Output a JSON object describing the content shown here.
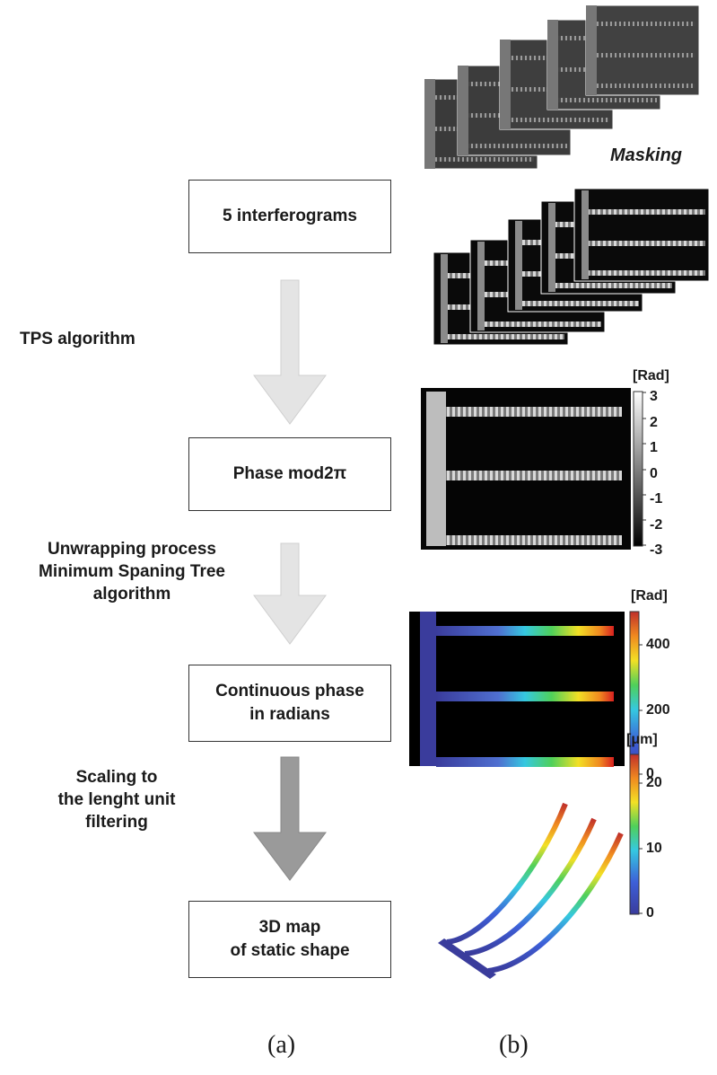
{
  "boxes": {
    "interferograms": "5 interferograms",
    "phase_mod": "Phase mod2π",
    "continuous_l1": "Continuous phase",
    "continuous_l2": "in radians",
    "map3d_l1": "3D map",
    "map3d_l2": "of static shape"
  },
  "steps": {
    "tps": "TPS algorithm",
    "unwrap_l1": "Unwrapping process",
    "unwrap_l2": "Minimum Spaning Tree",
    "unwrap_l3": "algorithm",
    "scale_l1": "Scaling to",
    "scale_l2": "the lenght unit",
    "scale_l3": "filtering"
  },
  "masking": "Masking",
  "colorbars": {
    "phase_unit": "[Rad]",
    "phase_ticks": [
      "3",
      "2",
      "1",
      "0",
      "-1",
      "-2",
      "-3"
    ],
    "cont_unit": "[Rad]",
    "cont_ticks": [
      "400",
      "200",
      "0"
    ],
    "shape_unit": "[μm]",
    "shape_ticks": [
      "20",
      "10",
      "0"
    ]
  },
  "panel_labels": {
    "a": "(a)",
    "b": "(b)"
  },
  "colors": {
    "arrow_light": "#e3e3e3",
    "arrow_dark": "#9a9a9a"
  }
}
